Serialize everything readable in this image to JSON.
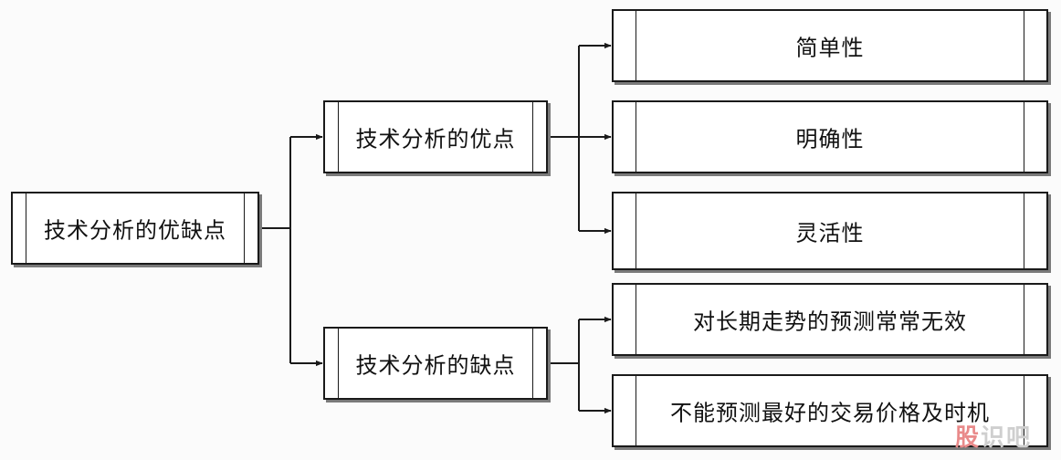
{
  "diagram": {
    "root": {
      "label": "技术分析的优缺点"
    },
    "branches": [
      {
        "label": "技术分析的优点",
        "items": [
          "简单性",
          "明确性",
          "灵活性"
        ]
      },
      {
        "label": "技术分析的缺点",
        "items": [
          "对长期走势的预测常常无效",
          "不能预测最好的交易价格及时机"
        ]
      }
    ]
  },
  "watermark": {
    "first": "股",
    "rest": "识吧"
  },
  "colors": {
    "line": "#1a1a1a",
    "shadow": "#7a7a7a",
    "box_fill": "#ffffff",
    "background": "#fbfbfb"
  }
}
